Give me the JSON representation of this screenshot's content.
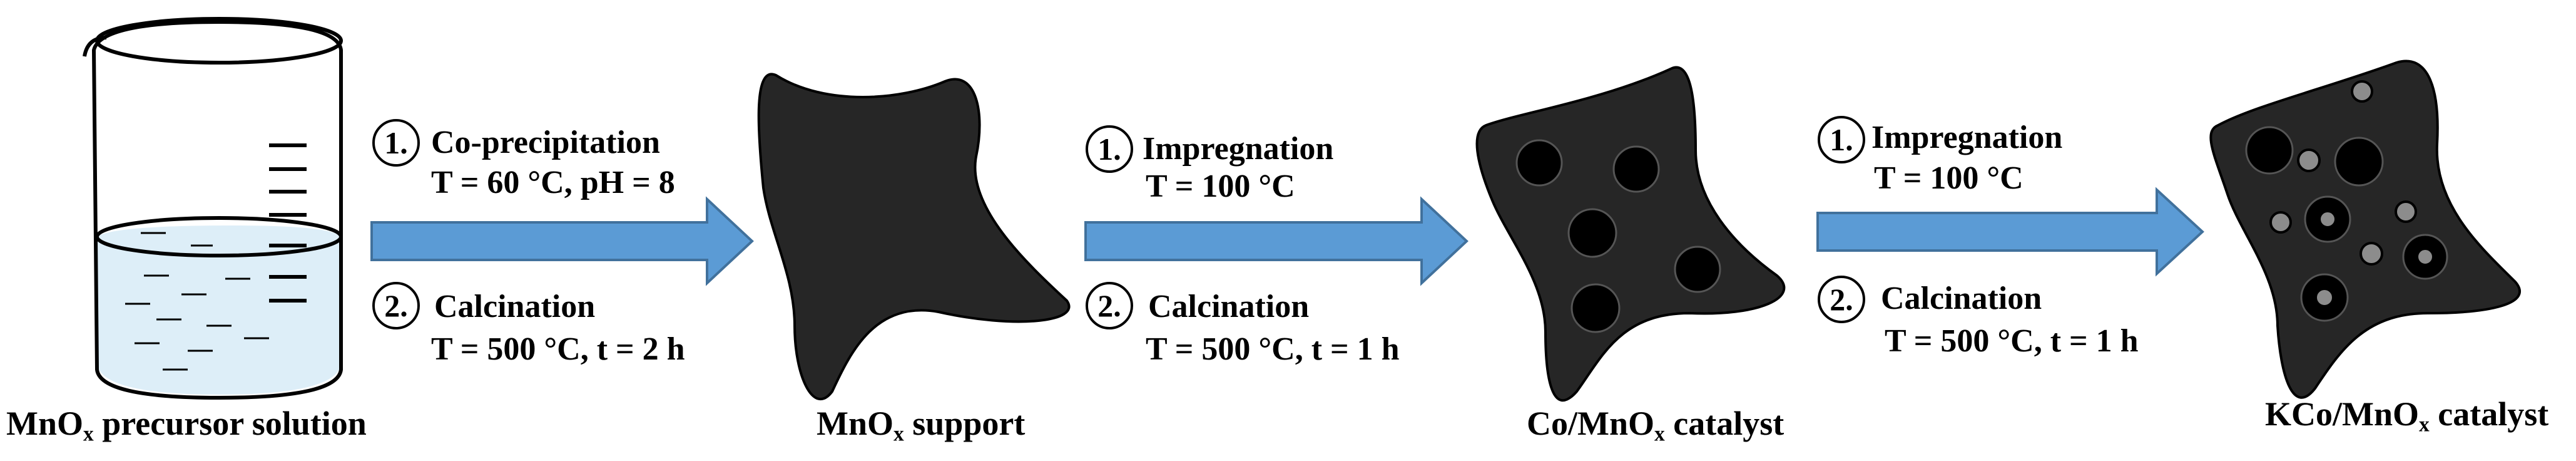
{
  "stages": [
    {
      "caption_prefix": "MnO",
      "caption_sub": "x",
      "caption_suffix": " precursor solution"
    },
    {
      "caption_prefix": "MnO",
      "caption_sub": "x",
      "caption_suffix": " support"
    },
    {
      "caption_prefix": "Co/MnO",
      "caption_sub": "x",
      "caption_suffix": " catalyst"
    },
    {
      "caption_prefix": "KCo/MnO",
      "caption_sub": "x",
      "caption_suffix": " catalyst"
    }
  ],
  "steps": [
    {
      "s1_num": "1.",
      "s1_title": "Co-precipitation",
      "s1_cond": "T = 60 °C, pH = 8",
      "s2_num": "2.",
      "s2_title": "Calcination",
      "s2_cond": "T = 500 °C, t = 2 h"
    },
    {
      "s1_num": "1.",
      "s1_title": "Impregnation",
      "s1_cond": "T = 100 °C",
      "s2_num": "2.",
      "s2_title": "Calcination",
      "s2_cond": "T = 500 °C, t = 1 h"
    },
    {
      "s1_num": "1.",
      "s1_title": "Impregnation",
      "s1_cond": "T = 100 °C",
      "s2_num": "2.",
      "s2_title": "Calcination",
      "s2_cond": "T = 500 °C, t = 1 h"
    }
  ],
  "colors": {
    "arrow_fill": "#5b9bd5",
    "arrow_stroke": "#41719c",
    "support": "#262626",
    "liquid": "#ddeef8",
    "co_particle": "#000000",
    "k_particle": "#8c8c8c"
  }
}
